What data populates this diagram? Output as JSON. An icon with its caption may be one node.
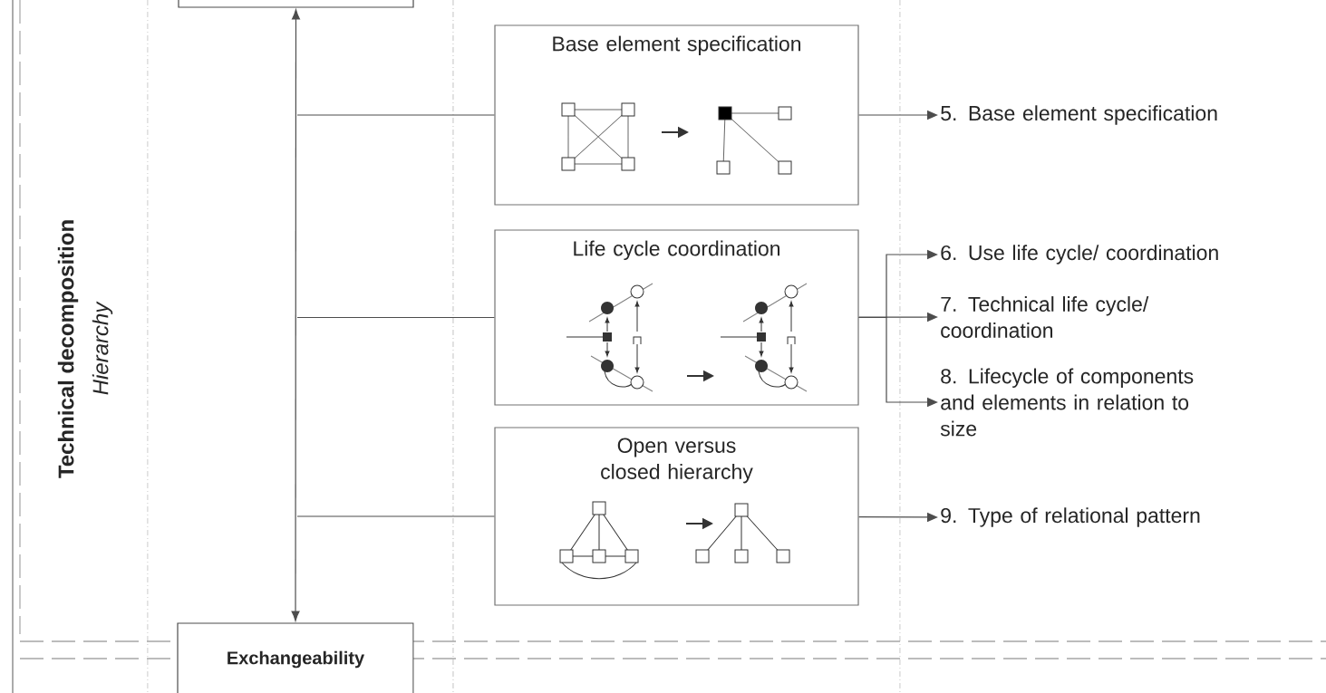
{
  "diagram": {
    "nodes": [
      {
        "text": [],
        "shape": "box"
      },
      {
        "text": [
          "Exchangeability"
        ]
      },
      {
        "text": [
          "Base element specification"
        ]
      },
      {
        "text": [
          "Life cycle coordination"
        ]
      },
      {
        "text": [
          "Open versus closed hierarchy"
        ]
      },
      {
        "text": [
          "5. Base element specification"
        ]
      },
      {
        "text": [
          "6. Use life cycle/ coordination"
        ]
      },
      {
        "text": [
          "7. Technical life cycle/ coordination"
        ]
      },
      {
        "text": [
          "8. Lifecycle of components and elements in relation to size"
        ]
      },
      {
        "text": [
          "9. Type of relational pattern"
        ]
      }
    ],
    "edges": [
      {
        "from": 0,
        "to": 1,
        "arrow": "both"
      },
      {
        "from": null,
        "to": 2,
        "arrow": "none"
      },
      {
        "from": null,
        "to": 3,
        "arrow": "none"
      },
      {
        "from": null,
        "to": 4,
        "arrow": "none"
      },
      {
        "from": 2,
        "to": 5,
        "arrow": "to"
      },
      {
        "from": 3,
        "to": 6,
        "arrow": "to"
      },
      {
        "from": 3,
        "to": 7,
        "arrow": "to"
      },
      {
        "from": 3,
        "to": 8,
        "arrow": "to"
      },
      {
        "from": 4,
        "to": 9,
        "arrow": "to"
      }
    ],
    "labels": [
      "Technical decomposition",
      "Hierarchy"
    ]
  }
}
